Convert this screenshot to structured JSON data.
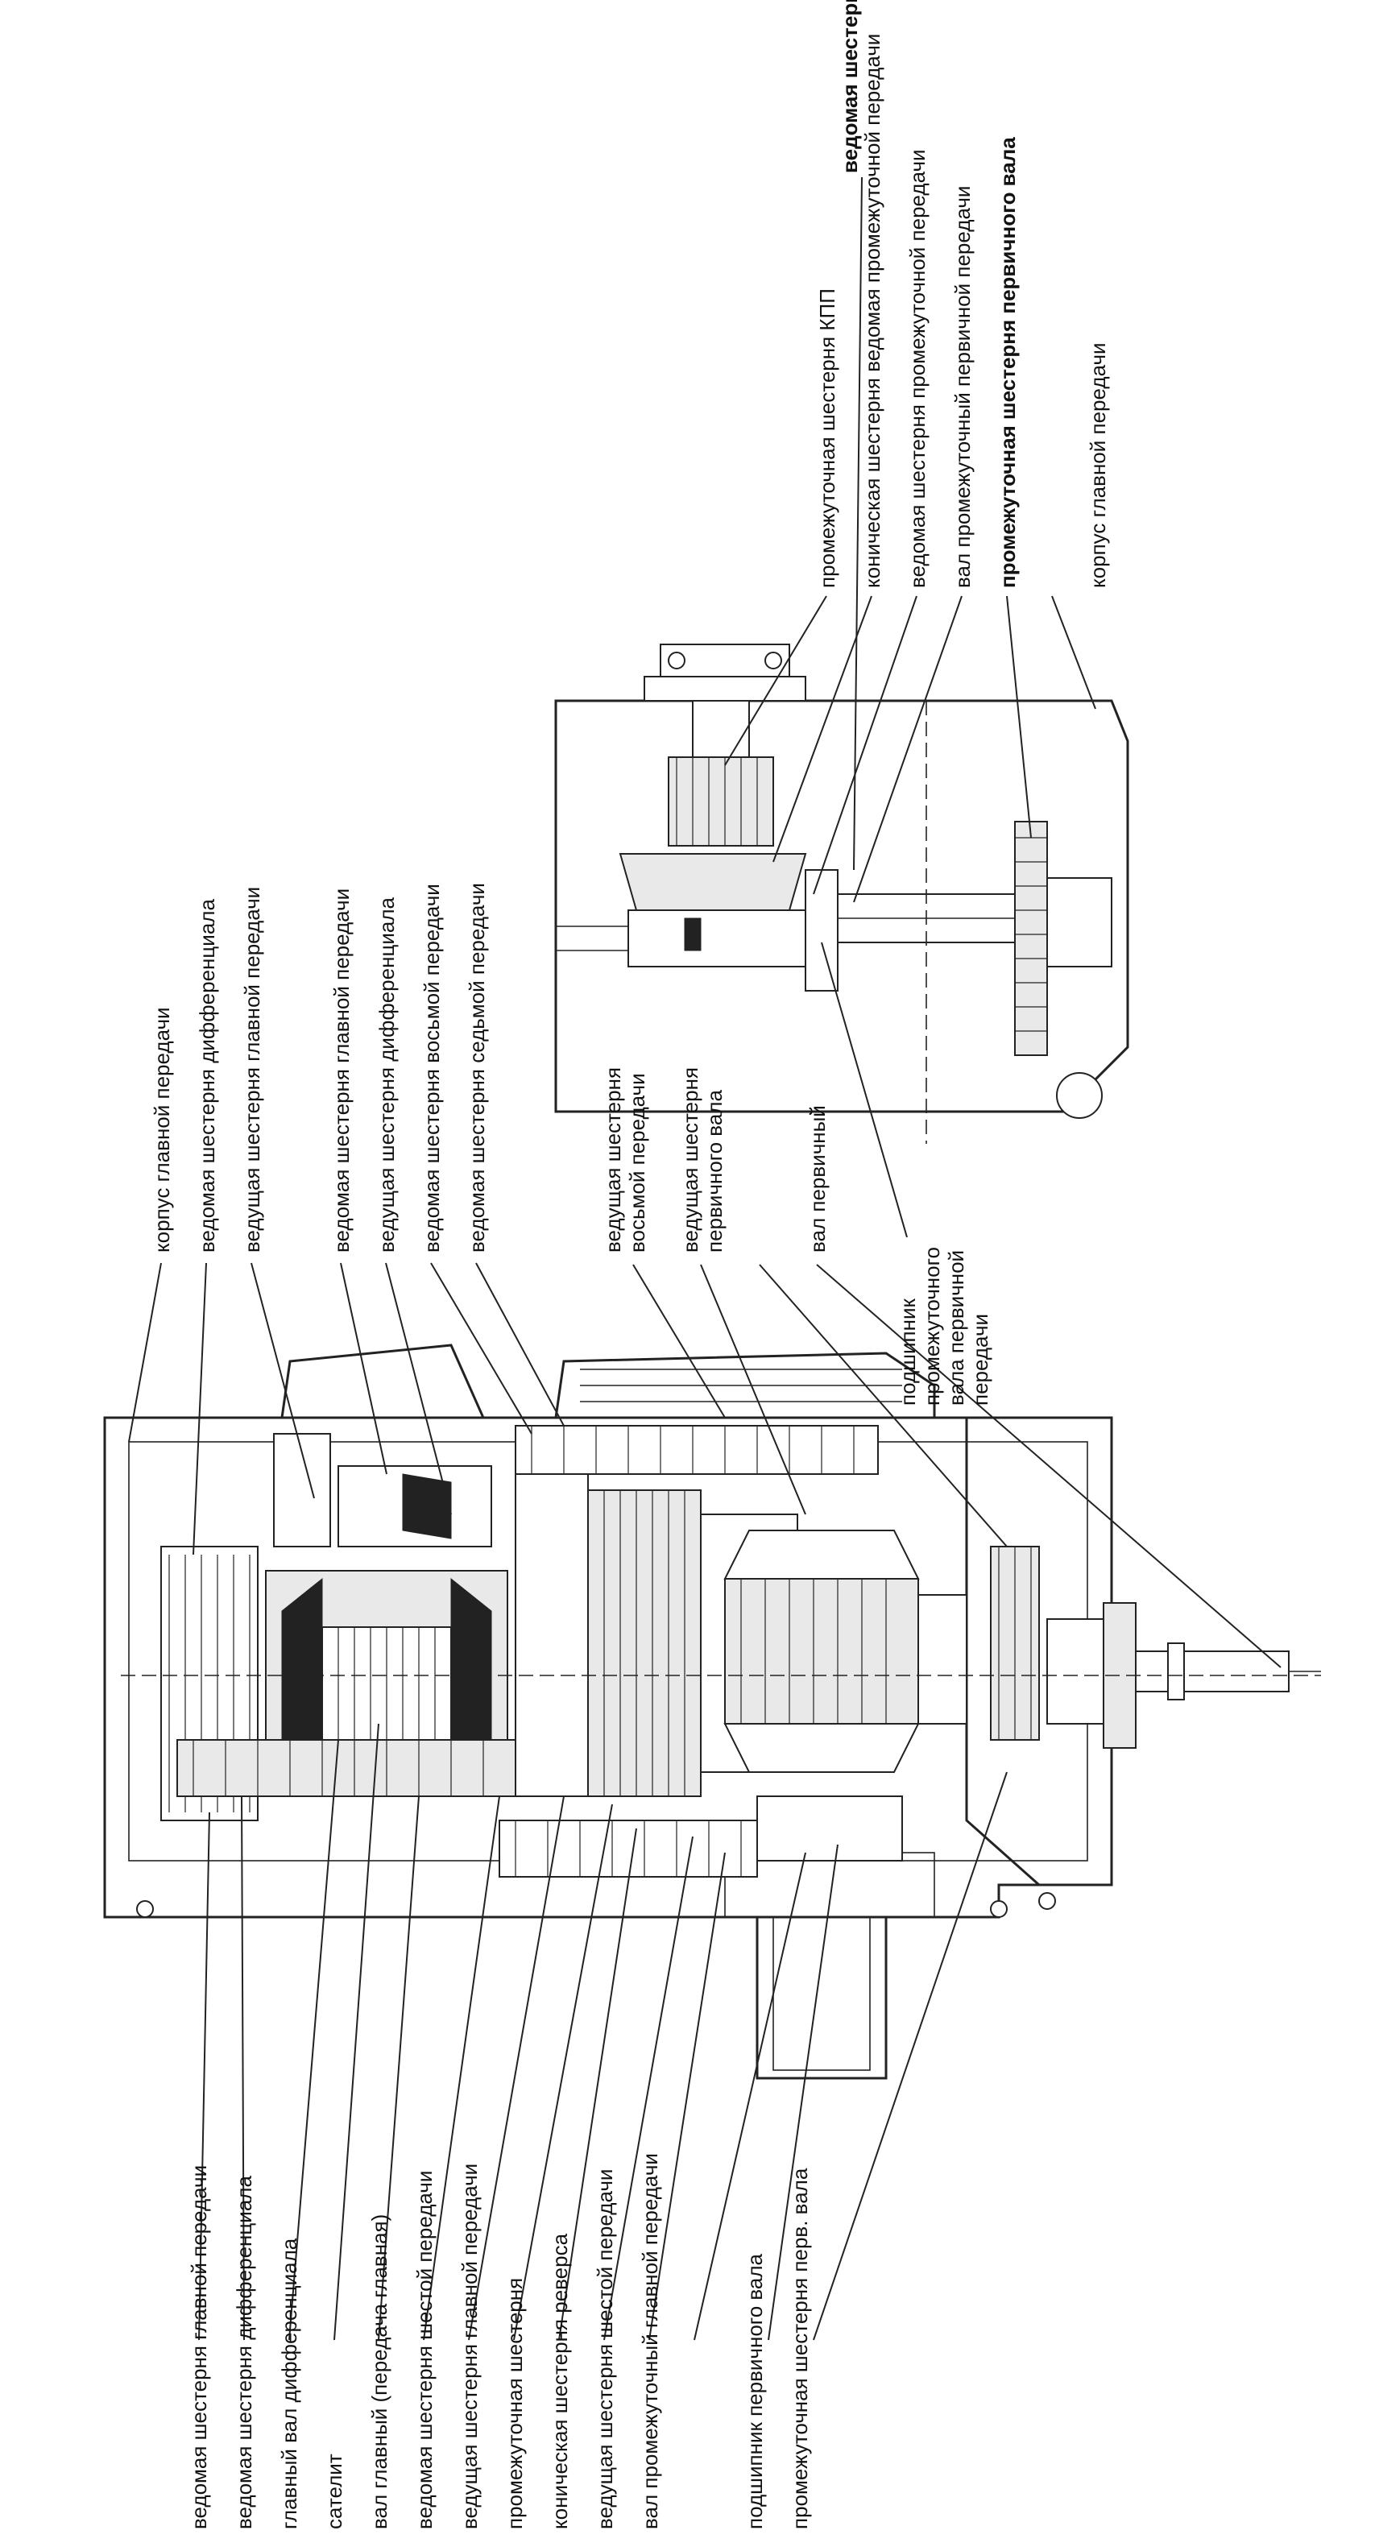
{
  "diagram": {
    "view1": {
      "labels": [
        "ведомая шестерня главной передачи",
        "ведомая шестерня дифференциала",
        "главный вал дифференциала",
        "сателит",
        "вал главный (передача главная)",
        "ведомая шестерня шестой передачи",
        "ведущая шестерня главной передачи",
        "промежуточная шестерня",
        "коническая шестерня реверса",
        "ведущая шестерня шестой передачи",
        "вал промежуточный главной передачи",
        "подшипник первичного вала",
        "промежуточная шестерня перв. вала",
        "корпус главной передачи",
        "ведомая шестерня дифференциала",
        "ведущая шестерня главной передачи",
        "ведомая шестерня главной передачи",
        "ведущая шестерня дифференциала",
        "ведомая шестерня восьмой передачи",
        "ведомая шестерня седьмой передачи",
        "вал первичный"
      ],
      "multiline_labels": [
        [
          "ведущая шестерня",
          "восьмой передачи"
        ],
        [
          "ведущая шестерня",
          "первичного  вала"
        ]
      ]
    },
    "view2": {
      "labels": [
        "промежуточная шестерня КПП",
        "коническая шестерня ведомая промежуточной передачи",
        "ведомая шестерня промежуточной передачи",
        "вал промежуточный первичной передачи",
        "промежуточная шестерня первичного вала",
        "корпус главной передачи",
        "ведомая шестерня промежуточной передачи"
      ],
      "multiline_labels": [
        [
          "подшипник",
          "промежуточного",
          "вала первичной",
          "передачи"
        ]
      ]
    }
  }
}
